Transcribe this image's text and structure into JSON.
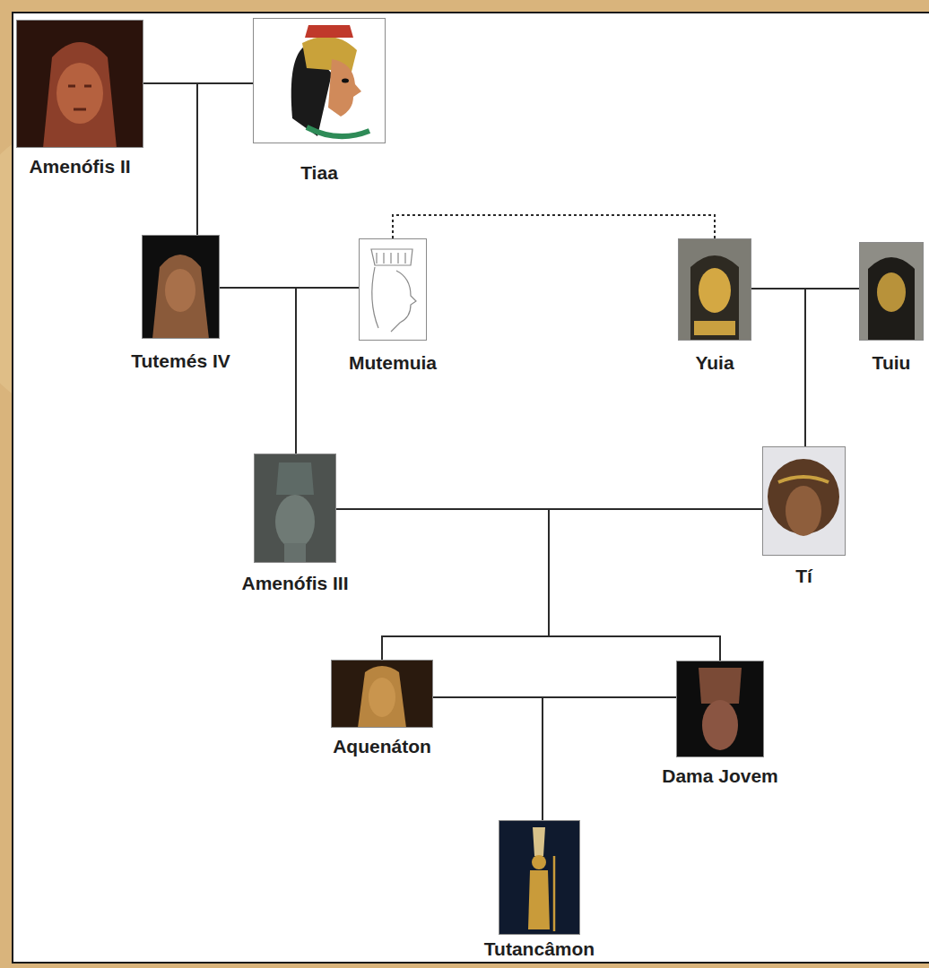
{
  "diagram": {
    "nodes": [
      {
        "text": [
          "Amenófis II"
        ]
      },
      {
        "text": [
          "Tiaa"
        ]
      },
      {
        "text": [
          "Tutemés IV"
        ]
      },
      {
        "text": [
          "Mutemuia"
        ]
      },
      {
        "text": [
          "Yuia"
        ]
      },
      {
        "text": [
          "Tuiu"
        ]
      },
      {
        "text": [
          "Amenófis III"
        ]
      },
      {
        "text": [
          "Tí"
        ]
      },
      {
        "text": [
          "Aquenáton"
        ]
      },
      {
        "text": [
          "Dama Jovem"
        ]
      },
      {
        "text": [
          "Tutancâmon"
        ]
      }
    ],
    "edges": [
      {
        "from": 0,
        "to": 1,
        "arrow": "none"
      },
      {
        "from": 0,
        "to": 2,
        "arrow": "none"
      },
      {
        "from": 1,
        "to": 2,
        "arrow": "none"
      },
      {
        "from": 2,
        "to": 3,
        "arrow": "none"
      },
      {
        "from": 2,
        "to": 6,
        "arrow": "none"
      },
      {
        "from": 3,
        "to": 6,
        "arrow": "none"
      },
      {
        "from": 3,
        "to": 4,
        "arrow": "none"
      },
      {
        "from": 4,
        "to": 5,
        "arrow": "none"
      },
      {
        "from": 4,
        "to": 7,
        "arrow": "none"
      },
      {
        "from": 5,
        "to": 7,
        "arrow": "none"
      },
      {
        "from": 6,
        "to": 7,
        "arrow": "none"
      },
      {
        "from": 6,
        "to": 8,
        "arrow": "none"
      },
      {
        "from": 7,
        "to": 8,
        "arrow": "none"
      },
      {
        "from": 6,
        "to": 9,
        "arrow": "none"
      },
      {
        "from": 7,
        "to": 9,
        "arrow": "none"
      },
      {
        "from": 8,
        "to": 9,
        "arrow": "none"
      },
      {
        "from": 8,
        "to": 10,
        "arrow": "none"
      },
      {
        "from": 9,
        "to": 10,
        "arrow": "none"
      }
    ]
  }
}
